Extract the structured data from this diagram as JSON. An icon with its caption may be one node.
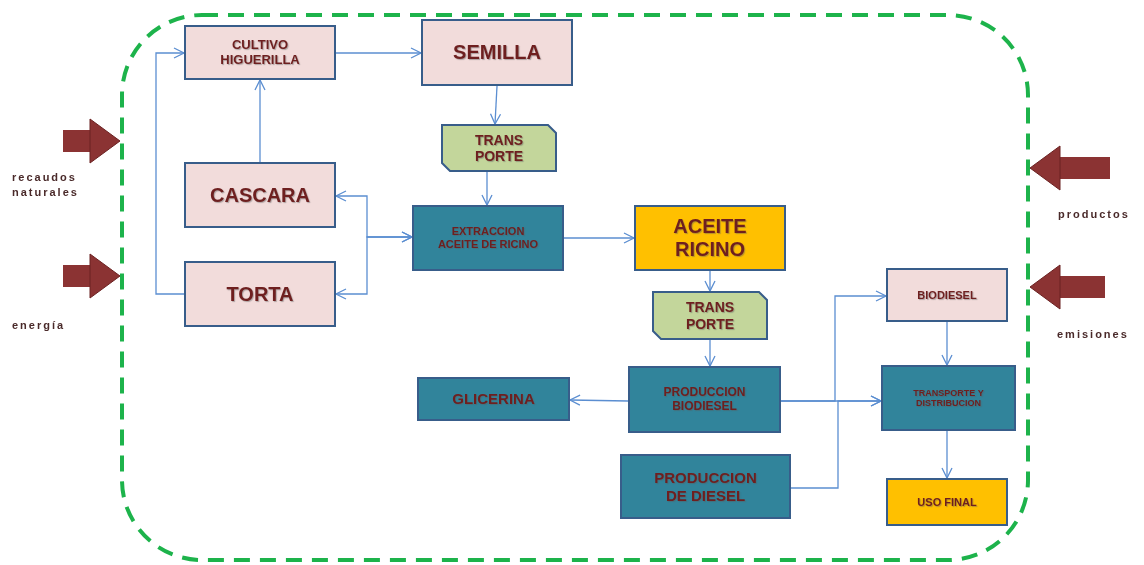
{
  "diagram": {
    "nodes": [
      {
        "text": [],
        "shape": "box"
      },
      {
        "text": [
          "CULTIVO HIGUERILLA"
        ],
        "in": 0
      },
      {
        "text": [
          "SEMILLA"
        ],
        "in": 0
      },
      {
        "text": [
          "TRANS PORTE"
        ],
        "in": 0
      },
      {
        "text": [
          "CASCARA"
        ],
        "in": 0
      },
      {
        "text": [
          "EXTRACCION ACEITE DE RICINO"
        ],
        "in": 0
      },
      {
        "text": [
          "ACEITE RICINO"
        ],
        "in": 0
      },
      {
        "text": [
          "TORTA"
        ],
        "in": 0
      },
      {
        "text": [
          "TRANS PORTE"
        ],
        "in": 0
      },
      {
        "text": [
          "BIODIESEL"
        ],
        "in": 0
      },
      {
        "text": [
          "GLICERINA"
        ],
        "in": 0
      },
      {
        "text": [
          "PRODUCCION BIODIESEL"
        ],
        "in": 0
      },
      {
        "text": [
          "TRANSPORTE Y DISTRIBUCION"
        ],
        "in": 0
      },
      {
        "text": [
          "PRODUCCION DE DIESEL"
        ],
        "in": 0
      },
      {
        "text": [
          "USO FINAL"
        ],
        "in": 0
      }
    ],
    "edges": [
      {
        "from": null,
        "to": 0,
        "arrow": "to",
        "style": "thick",
        "color": "#8b3333"
      },
      {
        "from": null,
        "to": 0,
        "arrow": "to",
        "style": "thick",
        "color": "#8b3333"
      },
      {
        "from": null,
        "to": 0,
        "arrow": "to",
        "style": "thick",
        "color": "#8b3333"
      },
      {
        "from": null,
        "to": 0,
        "arrow": "to",
        "style": "thick",
        "color": "#8b3333"
      },
      {
        "from": 1,
        "to": 2,
        "arrow": "to"
      },
      {
        "from": 4,
        "to": 1,
        "arrow": "to"
      },
      {
        "from": 7,
        "to": 1,
        "arrow": "to"
      },
      {
        "from": 2,
        "to": 3,
        "arrow": "to"
      },
      {
        "from": 3,
        "to": 5,
        "arrow": "to"
      },
      {
        "from": 5,
        "to": 4,
        "arrow": "both"
      },
      {
        "from": 5,
        "to": 7,
        "arrow": "both"
      },
      {
        "from": 5,
        "to": 6,
        "arrow": "to"
      },
      {
        "from": 6,
        "to": 8,
        "arrow": "to"
      },
      {
        "from": 8,
        "to": 11,
        "arrow": "to"
      },
      {
        "from": 11,
        "to": 10,
        "arrow": "to"
      },
      {
        "from": 11,
        "to": 9,
        "arrow": "to"
      },
      {
        "from": 11,
        "to": 12,
        "arrow": "to"
      },
      {
        "from": 13,
        "to": 12,
        "arrow": "to"
      },
      {
        "from": 9,
        "to": 12,
        "arrow": "to"
      },
      {
        "from": 12,
        "to": 14,
        "arrow": "to"
      }
    ],
    "labels": [
      "recaudos naturales",
      "energía",
      "productos",
      "emisiones"
    ]
  }
}
